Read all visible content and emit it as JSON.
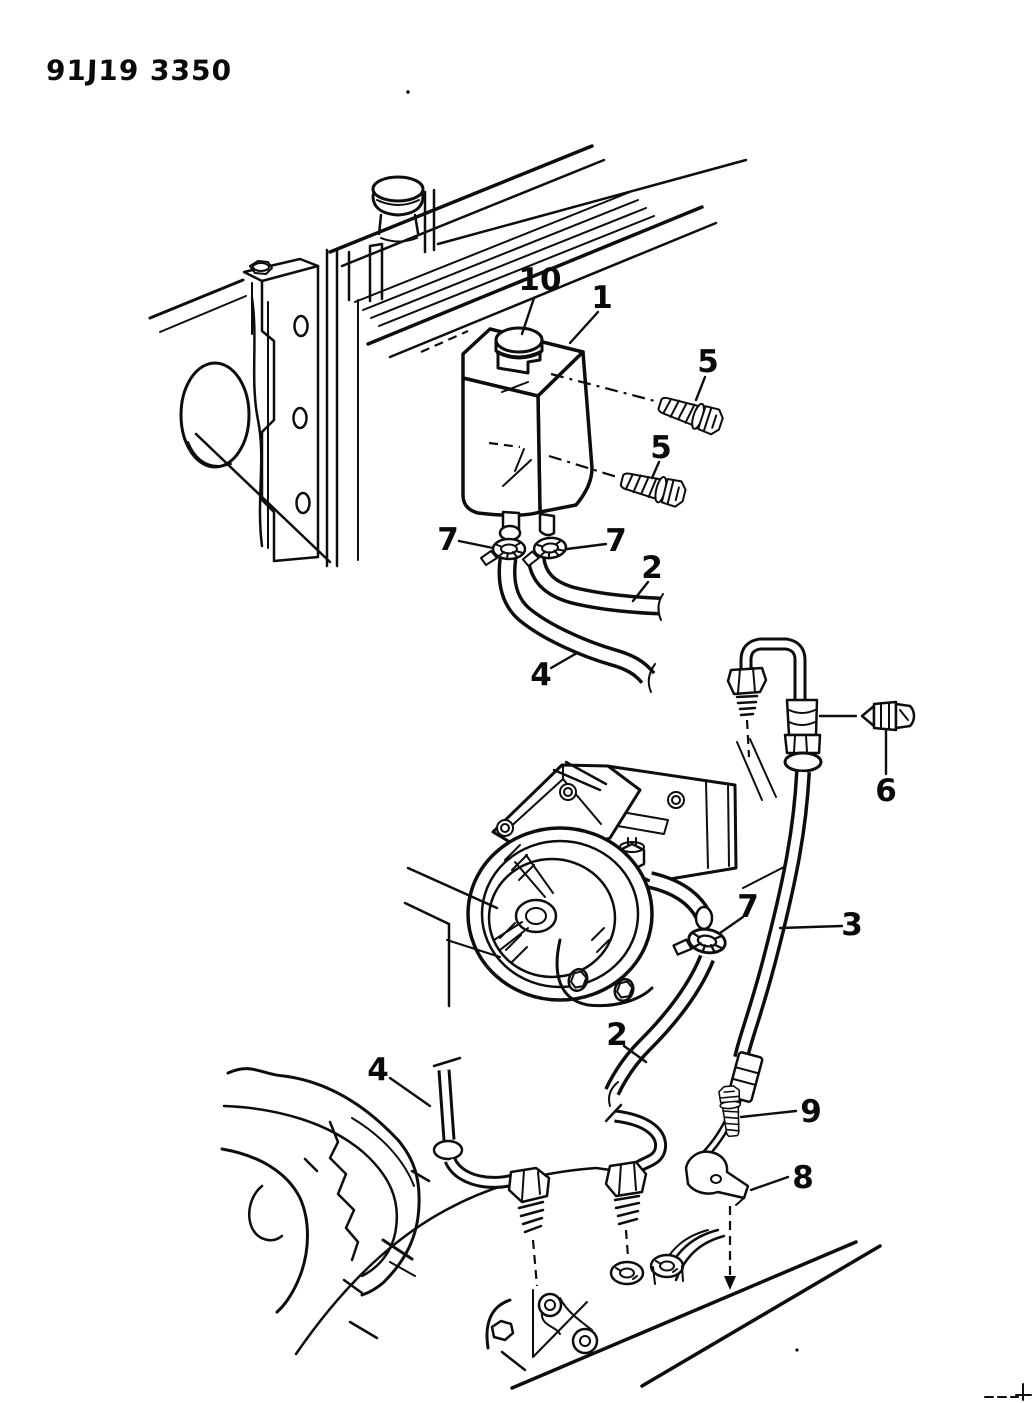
{
  "header": {
    "drawing_number": "91J19 3350"
  },
  "diagram": {
    "type": "exploded-parts-line-drawing",
    "ink_color": "#0d0d0d",
    "paper_color": "#ffffff"
  },
  "callouts": [
    {
      "part": "reservoir-cap",
      "label": "10"
    },
    {
      "part": "reservoir-bottle",
      "label": "1"
    },
    {
      "part": "mounting-screw-upper",
      "label": "5"
    },
    {
      "part": "mounting-screw-lower",
      "label": "5"
    },
    {
      "part": "hose-clamp-left",
      "label": "7"
    },
    {
      "part": "hose-clamp-right",
      "label": "7"
    },
    {
      "part": "return-hose-upper",
      "label": "2"
    },
    {
      "part": "supply-hose-upper",
      "label": "4"
    },
    {
      "part": "pressure-fitting",
      "label": "6"
    },
    {
      "part": "pressure-hose",
      "label": "3"
    },
    {
      "part": "pump-hose-clamp",
      "label": "7"
    },
    {
      "part": "return-hose-lower",
      "label": "2"
    },
    {
      "part": "supply-hose-lower",
      "label": "4"
    },
    {
      "part": "bracket-screw",
      "label": "9"
    },
    {
      "part": "hose-bracket",
      "label": "8"
    }
  ]
}
